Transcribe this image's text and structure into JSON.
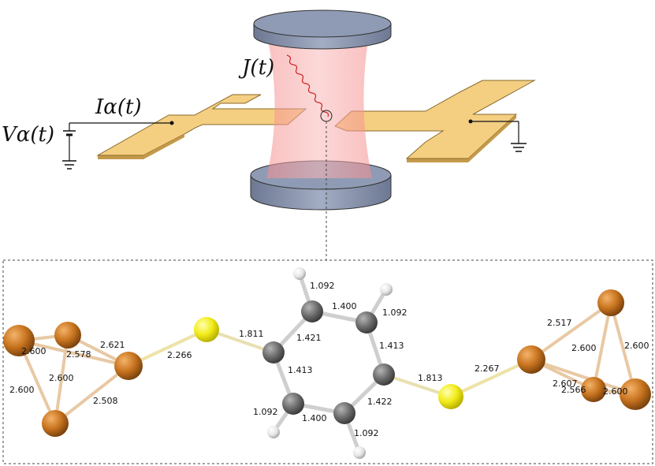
{
  "device": {
    "current_label": "Iα(t)",
    "voltage_label": "Vα(t)",
    "coupling_label": "J(t)"
  },
  "molecule": {
    "bond_lengths": {
      "cu_left_top_a": "2.600",
      "cu_left_top_b": "2.578",
      "cu_left_top_c": "2.621",
      "cu_left_side": "2.600",
      "cu_left_mid": "2.600",
      "cu_left_bottom": "2.508",
      "cu_s_left": "2.266",
      "s_c_left": "1.811",
      "ch_top_left": "1.092",
      "cc_top": "1.400",
      "ch_top_right": "1.092",
      "cc_upper_left": "1.421",
      "cc_upper_right": "1.413",
      "cc_lower_left": "1.413",
      "cc_lower_right": "1.422",
      "cc_bottom": "1.400",
      "ch_bottom_left": "1.092",
      "ch_bottom_right": "1.092",
      "s_c_right": "1.813",
      "cu_s_right": "2.267",
      "cu_right_upper": "2.517",
      "cu_right_mid": "2.600",
      "cu_right_side": "2.600",
      "cu_right_low_a": "2.607",
      "cu_right_low_b": "2.566",
      "cu_right_low_c": "2.600"
    }
  },
  "colors": {
    "copper": "#c8741f",
    "sulfur": "#f2ec1a",
    "carbon": "#6e6e6e",
    "hydrogen": "#e6e6e6",
    "electrode": "#f4cf82",
    "cavity_plate": "#8f9bb4",
    "cavity_field": "#f59a9a"
  }
}
